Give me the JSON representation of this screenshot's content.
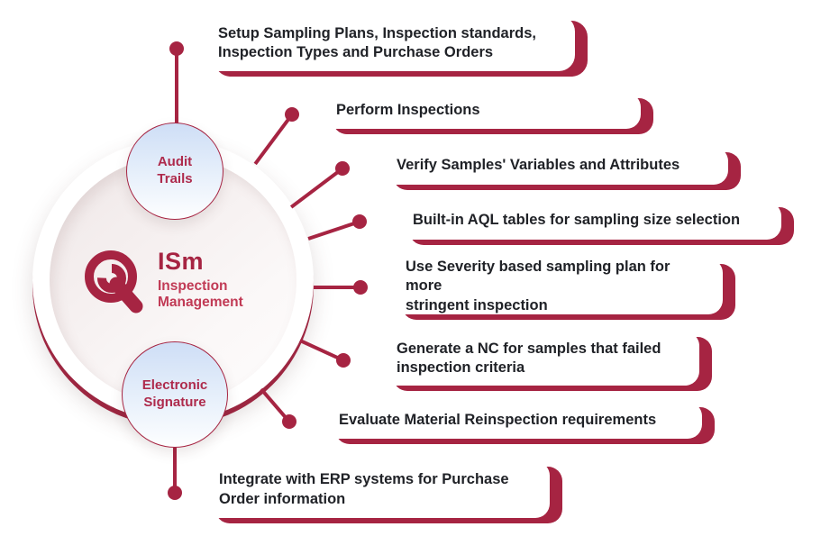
{
  "center": {
    "abbr": "ISm",
    "title": "Inspection\nManagement",
    "icon": "magnifier-wrench-icon"
  },
  "satellites": [
    {
      "label": "Audit\nTrails"
    },
    {
      "label": "Electronic\nSignature"
    }
  ],
  "callouts": [
    {
      "label": "Setup Sampling Plans, Inspection standards,\nInspection Types and Purchase Orders"
    },
    {
      "label": "Perform Inspections"
    },
    {
      "label": "Verify Samples' Variables and Attributes"
    },
    {
      "label": "Built-in AQL tables for sampling size selection"
    },
    {
      "label": "Use Severity based sampling plan for more\nstringent inspection"
    },
    {
      "label": "Generate a NC for samples that failed\ninspection criteria"
    },
    {
      "label": "Evaluate Material Reinspection requirements"
    },
    {
      "label": "Integrate with ERP systems for Purchase\nOrder information"
    }
  ],
  "colors": {
    "crimson": "#A62442",
    "crimson_light": "#C13A55",
    "box_text": "#202227",
    "satellite_gradient_top": "#CEDEF6",
    "inner_circle_tint": "#EFE8E8"
  }
}
